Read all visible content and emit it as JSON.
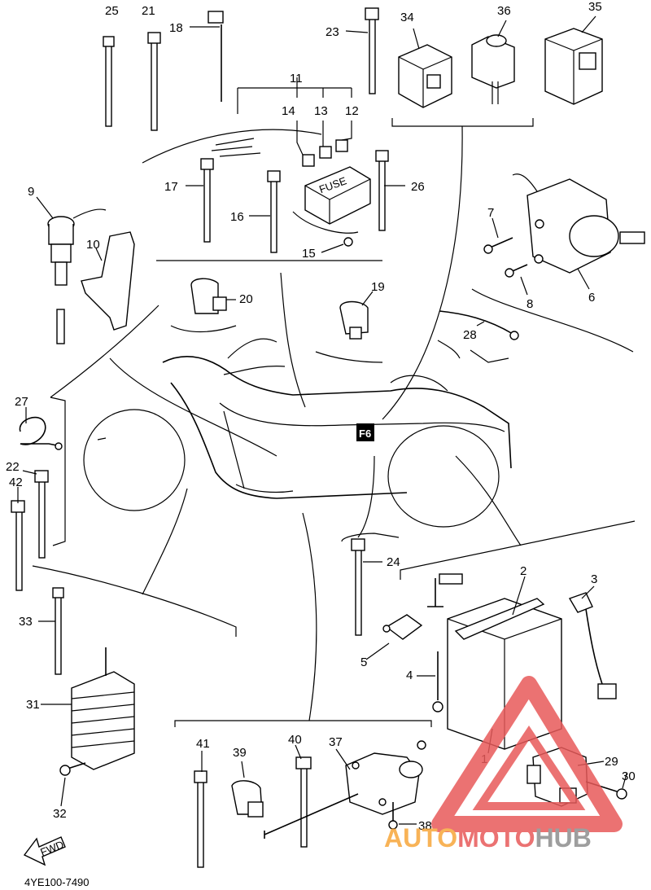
{
  "labels": {
    "p1": "1",
    "p2": "2",
    "p3": "3",
    "p4": "4",
    "p5": "5",
    "p6": "6",
    "p7": "7",
    "p8": "8",
    "p9": "9",
    "p10": "10",
    "p11": "11",
    "p12": "12",
    "p13": "13",
    "p14": "14",
    "p15": "15",
    "p16": "16",
    "p17": "17",
    "p18": "18",
    "p19": "19",
    "p20": "20",
    "p21": "21",
    "p22": "22",
    "p23": "23",
    "p24": "24",
    "p25": "25",
    "p26": "26",
    "p27": "27",
    "p28": "28",
    "p29": "29",
    "p30": "30",
    "p31": "31",
    "p32": "32",
    "p33": "33",
    "p34": "34",
    "p35": "35",
    "p36": "36",
    "p37": "37",
    "p38": "38",
    "p39": "39",
    "p40": "40",
    "p41": "41",
    "p42": "42"
  },
  "fuse_box_text": "FUSE",
  "marker_text": "F6",
  "fwd_text": "FWD",
  "diagram_code": "4YE100-7490",
  "watermark": {
    "part1": "AUTO",
    "part2": "MOTO",
    "part3": "HUB",
    "color1": "#f7a63a",
    "color2": "#e85a5a",
    "color3": "#8e8e8e"
  }
}
